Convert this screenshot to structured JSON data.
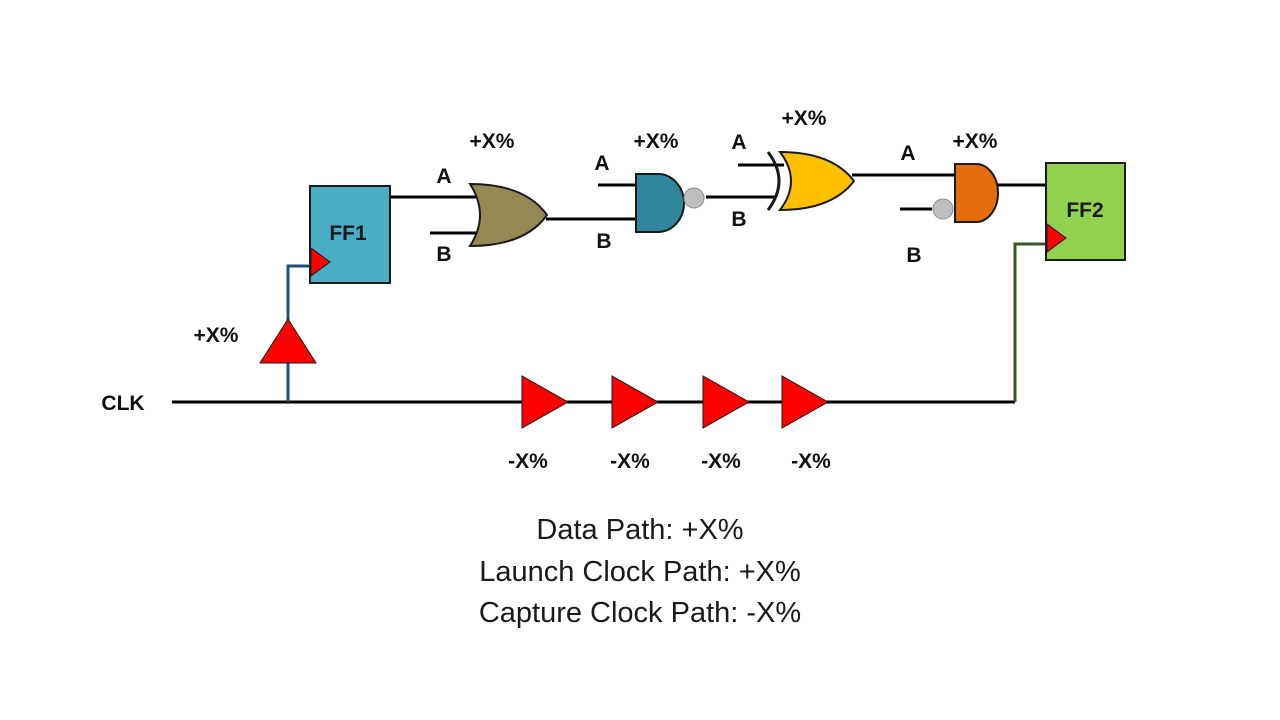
{
  "colors": {
    "ff1": "#4bacc6",
    "ff2": "#92d050",
    "or_gate": "#938953",
    "nand_gate": "#31859c",
    "xor_gate": "#ffc000",
    "and_gate": "#e46c0a",
    "buffer": "#ff0000",
    "bubble": "#bfbfbf",
    "launch_clock_wire": "#1f4e79",
    "capture_clock_wire": "#375623"
  },
  "flipflops": {
    "ff1": "FF1",
    "ff2": "FF2"
  },
  "inputs": {
    "clk": "CLK"
  },
  "gate_labels": {
    "or_a": "A",
    "or_b": "B",
    "nand_a": "A",
    "nand_b": "B",
    "xor_a": "A",
    "xor_b": "B",
    "and_a": "A",
    "and_b": "B"
  },
  "derates": {
    "nand": "+X%",
    "xor": "+X%",
    "and": "+X%",
    "or": "+X%",
    "launch_buffer": "+X%",
    "capture_buffers": [
      "-X%",
      "-X%",
      "-X%",
      "-X%"
    ]
  },
  "legend": [
    "Data Path: +X%",
    "Launch Clock Path: +X%",
    "Capture Clock Path: -X%"
  ]
}
